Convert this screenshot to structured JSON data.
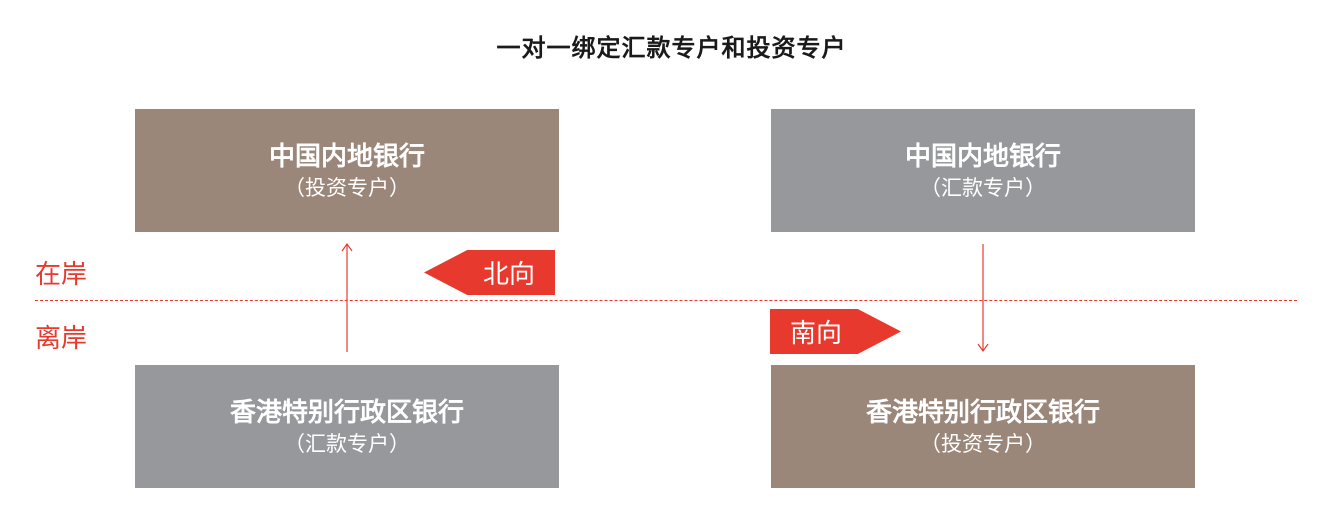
{
  "title": "一对一绑定汇款专户和投资专户",
  "zones": {
    "onshore": "在岸",
    "offshore": "离岸"
  },
  "boxes": {
    "top_left": {
      "name": "中国内地银行",
      "sub": "（投资专户）"
    },
    "top_right": {
      "name": "中国内地银行",
      "sub": "（汇款专户）"
    },
    "bottom_left": {
      "name": "香港特别行政区银行",
      "sub": "（汇款专户）"
    },
    "bottom_right": {
      "name": "香港特别行政区银行",
      "sub": "（投资专户）"
    }
  },
  "tags": {
    "north": "北向",
    "south": "南向"
  },
  "colors": {
    "accent_red": "#e8392e",
    "brown_box": "#9b877a",
    "grey_box": "#96989b"
  }
}
